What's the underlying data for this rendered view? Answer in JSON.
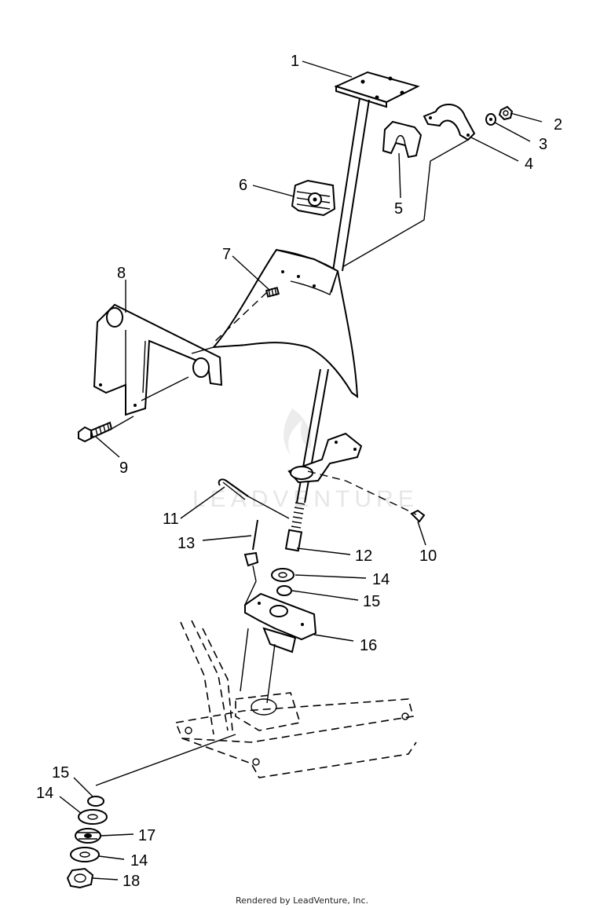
{
  "watermark": "LEADVENTURE",
  "footer": "Rendered by LeadVenture, Inc.",
  "callouts": {
    "c1": "1",
    "c2": "2",
    "c3": "3",
    "c4": "4",
    "c5": "5",
    "c6": "6",
    "c7": "7",
    "c8": "8",
    "c9": "9",
    "c10": "10",
    "c11": "11",
    "c12": "12",
    "c13": "13",
    "c14a": "14",
    "c15a": "15",
    "c16": "16",
    "c15b": "15",
    "c14b": "14",
    "c17": "17",
    "c14c": "14",
    "c18": "18"
  }
}
